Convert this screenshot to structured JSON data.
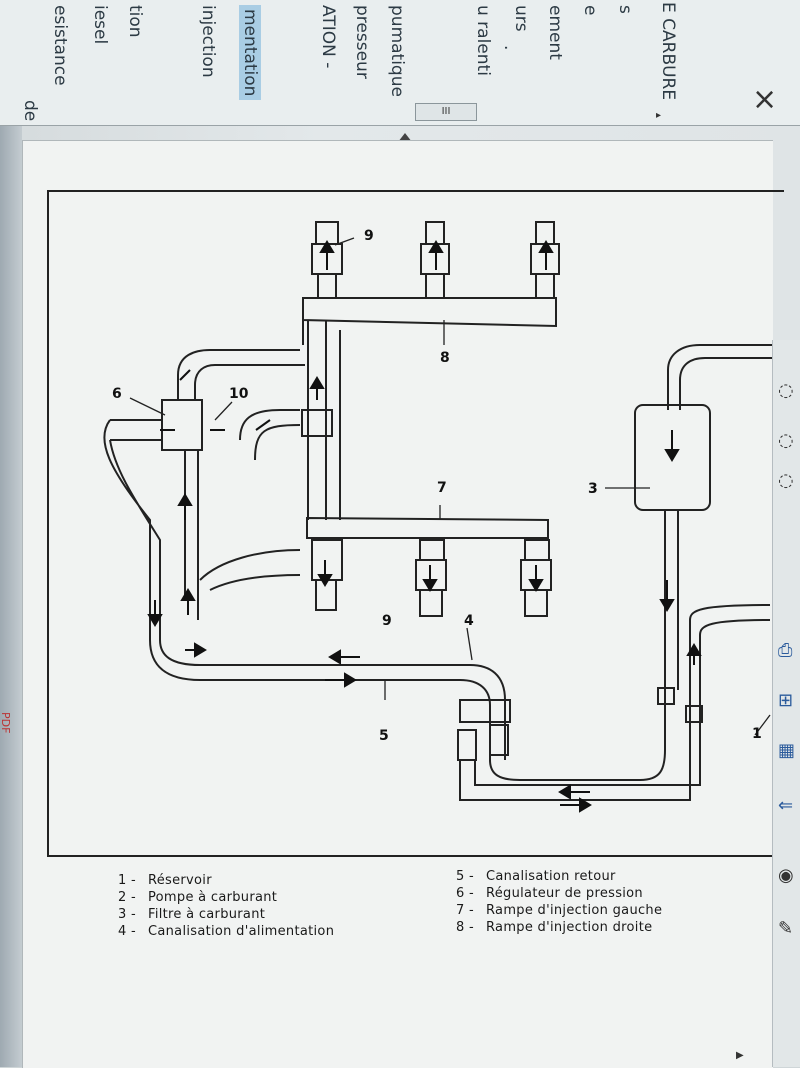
{
  "nav": {
    "items": [
      {
        "label": "esistance"
      },
      {
        "label": "iesel"
      },
      {
        "label": "tion"
      },
      {
        "label": "injection"
      },
      {
        "label": "mentation",
        "selected": true
      },
      {
        "label": "pumatique"
      },
      {
        "label": "presseur"
      },
      {
        "label": "ATION -"
      },
      {
        "label": "u ralenti"
      },
      {
        "label": "urs"
      },
      {
        "label": "ement"
      },
      {
        "label": "s"
      },
      {
        "label": "E CARBURE"
      }
    ],
    "small_marks": [
      "de",
      "e",
      "."
    ]
  },
  "window": {
    "close_label": "×",
    "scroll_grip": "III"
  },
  "diagram": {
    "numbers": [
      "1",
      "3",
      "4",
      "5",
      "6",
      "7",
      "8",
      "9",
      "9",
      "10"
    ]
  },
  "legend": {
    "left": [
      {
        "num": "1 -",
        "text": "Réservoir"
      },
      {
        "num": "2 -",
        "text": "Pompe à carburant"
      },
      {
        "num": "3 -",
        "text": "Filtre à carburant"
      },
      {
        "num": "4 -",
        "text": "Canalisation d'alimentation"
      }
    ],
    "right": [
      {
        "num": "5 -",
        "text": "Canalisation retour"
      },
      {
        "num": "6 -",
        "text": "Régulateur de pression"
      },
      {
        "num": "7 -",
        "text": "Rampe d'injection gauche"
      },
      {
        "num": "8 -",
        "text": "Rampe d'injection droite"
      }
    ]
  },
  "sidebar": {
    "pdf_badge": "PDF"
  },
  "colors": {
    "accent": "#2b5b9c",
    "selection": "#a9cde4"
  }
}
